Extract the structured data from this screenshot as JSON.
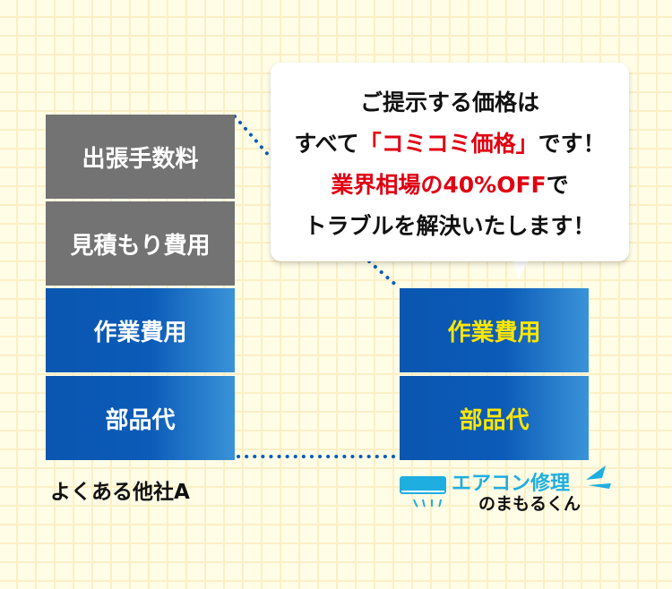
{
  "competitor": {
    "label": "よくある他社A",
    "items": [
      "出張手数料",
      "見積もり費用",
      "作業費用",
      "部品代"
    ]
  },
  "ours": {
    "items": [
      "作業費用",
      "部品代"
    ]
  },
  "bubble": {
    "line1": "ご提示する価格は",
    "line2_pre": "すべて",
    "line2_red": "「コミコミ価格」",
    "line2_post": "です！",
    "line3_red": "業界相場の40%OFF",
    "line3_post": "で",
    "line4": "トラブルを解決いたします！"
  },
  "logo": {
    "line1": "エアコン修理",
    "line2": "のまもるくん"
  },
  "colors": {
    "gray": "#737373",
    "blue": "#0b5bb8",
    "red": "#e00012",
    "yellow": "#ffe600",
    "logo_blue": "#1eaee0"
  }
}
